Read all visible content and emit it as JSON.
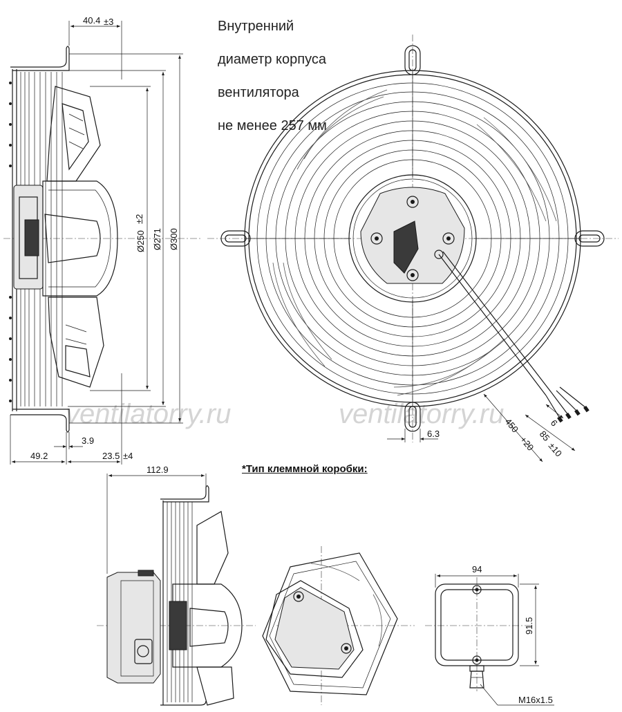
{
  "note": {
    "lines": [
      "Внутренний",
      "диаметр корпуса",
      "вентилятора",
      "не менее 257 мм"
    ]
  },
  "terminal_box_title": "*Тип клеммной коробки:",
  "watermark": "ventilatorry.ru",
  "dimensions": {
    "d40_4": "40.4",
    "d40_4_tol": "±3",
    "d250": "Ø250",
    "d250_tol": "±2",
    "d271": "Ø271",
    "d300": "Ø300",
    "d3_9": "3.9",
    "d49_2": "49.2",
    "d23_5": "23.5",
    "d23_5_tol": "±4",
    "d6_3": "6.3",
    "d450": "450",
    "d450_tol": "+20",
    "d6": "6",
    "d85": "85",
    "d85_tol": "±10",
    "d112_9": "112.9",
    "d94": "94",
    "d91_5": "91.5",
    "m16": "M16x1.5"
  },
  "colors": {
    "ink": "#1a1a1a",
    "watermark": "#d4d4d4"
  }
}
